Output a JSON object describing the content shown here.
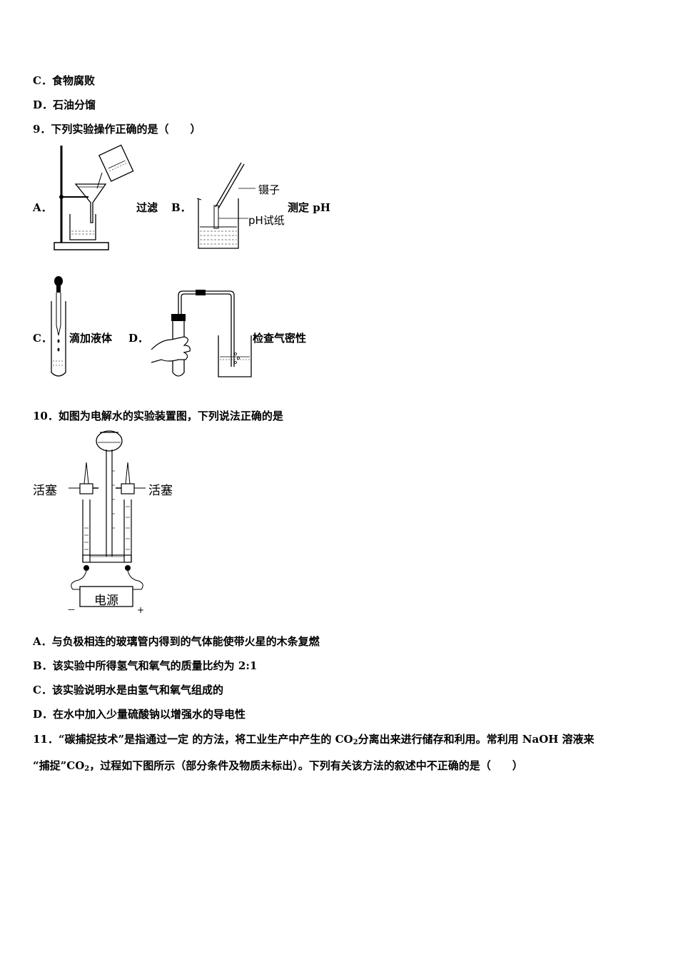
{
  "prev": {
    "c": "C．食物腐败",
    "d": "D．石油分馏"
  },
  "q9": {
    "stem": "9．下列实验操作正确的是（　　）",
    "a_letter": "A．",
    "a_caption": "过滤",
    "b_letter": "B．",
    "b_caption": "测定 pH",
    "b_label_tweezers": "镊子",
    "b_label_paper": "pH试纸",
    "c_letter": "C．",
    "c_caption": "滴加液体",
    "d_letter": "D．",
    "d_caption": "检查气密性"
  },
  "q10": {
    "stem": "10．如图为电解水的实验装置图，下列说法正确的是",
    "label_stopcock_left": "活塞",
    "label_stopcock_right": "活塞",
    "label_power": "电源",
    "label_minus": "－",
    "label_plus": "+",
    "options": [
      "A．与负极相连的玻璃管内得到的气体能使带火星的木条复燃",
      "B．该实验中所得氢气和氧气的质量比约为 2:1",
      "C．该实验说明水是由氢气和氧气组成的",
      "D．在水中加入少量硫酸钠以增强水的导电性"
    ]
  },
  "q11": {
    "line1_a": "11．“碳捕捉技术”是指通过一定 的方法，将工业生产中产生的 CO",
    "line1_sub": "2",
    "line1_b": "分离出来进行储存和利用。常利用 NaOH 溶液来",
    "line2_a": "“捕捉”CO",
    "line2_sub": "2",
    "line2_b": "，过程如下图所示（部分条件及物质未标出）。下列有关该方法的叙述中不正确的是（　　）"
  }
}
